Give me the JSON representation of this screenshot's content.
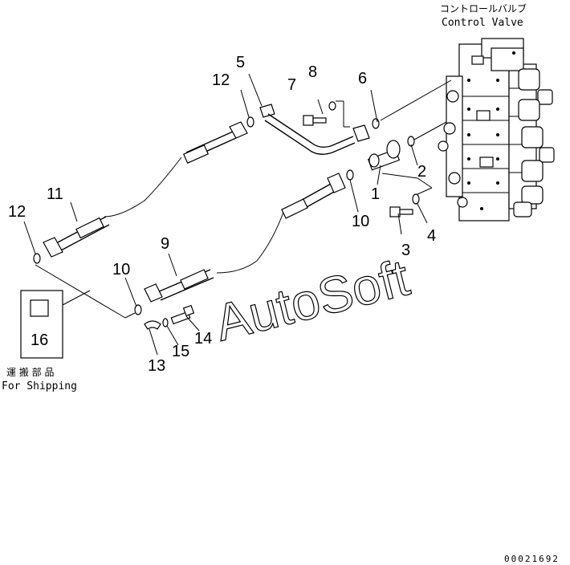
{
  "labels": {
    "cv_jp": "コントロールバルブ",
    "cv_en": "Control Valve",
    "ship_jp": "運 搬 部 品",
    "ship_en": "For Shipping",
    "drawing_no": "00021692",
    "watermark": "AutoSoft"
  },
  "callouts": {
    "p1": "1",
    "p2": "2",
    "p3": "3",
    "p4": "4",
    "p5": "5",
    "p6": "6",
    "p7": "7",
    "p8": "8",
    "p9": "9",
    "p10a": "10",
    "p10b": "10",
    "p11": "11",
    "p12a": "12",
    "p12b": "12",
    "p13": "13",
    "p14": "14",
    "p15": "15",
    "p16": "16"
  }
}
